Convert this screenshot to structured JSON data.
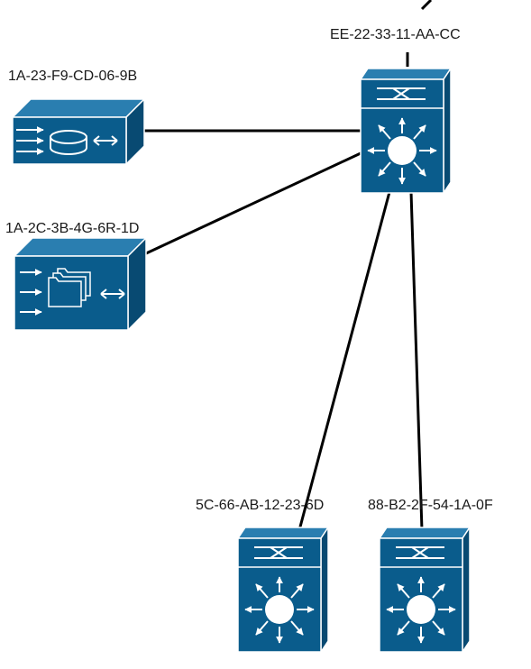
{
  "diagram": {
    "nodes": [
      {
        "id": "core-switch",
        "type": "layer3-switch",
        "label": "EE-22-33-11-AA-CC"
      },
      {
        "id": "storage-device",
        "type": "storage-router",
        "label": "1A-23-F9-CD-06-9B"
      },
      {
        "id": "file-server",
        "type": "file-engine",
        "label": "1A-2C-3B-4G-6R-1D"
      },
      {
        "id": "access-switch-1",
        "type": "layer3-switch",
        "label": "5C-66-AB-12-23-6D"
      },
      {
        "id": "access-switch-2",
        "type": "layer3-switch",
        "label": "88-B2-2F-54-1A-0F"
      }
    ],
    "edges": [
      {
        "from": "core-switch",
        "to": "offscreen-top-right"
      },
      {
        "from": "storage-device",
        "to": "core-switch"
      },
      {
        "from": "file-server",
        "to": "core-switch"
      },
      {
        "from": "core-switch",
        "to": "access-switch-1"
      },
      {
        "from": "core-switch",
        "to": "access-switch-2"
      }
    ],
    "colors": {
      "device_fill": "#0a5c8c",
      "device_stroke": "#ffffff",
      "link": "#000000"
    }
  }
}
